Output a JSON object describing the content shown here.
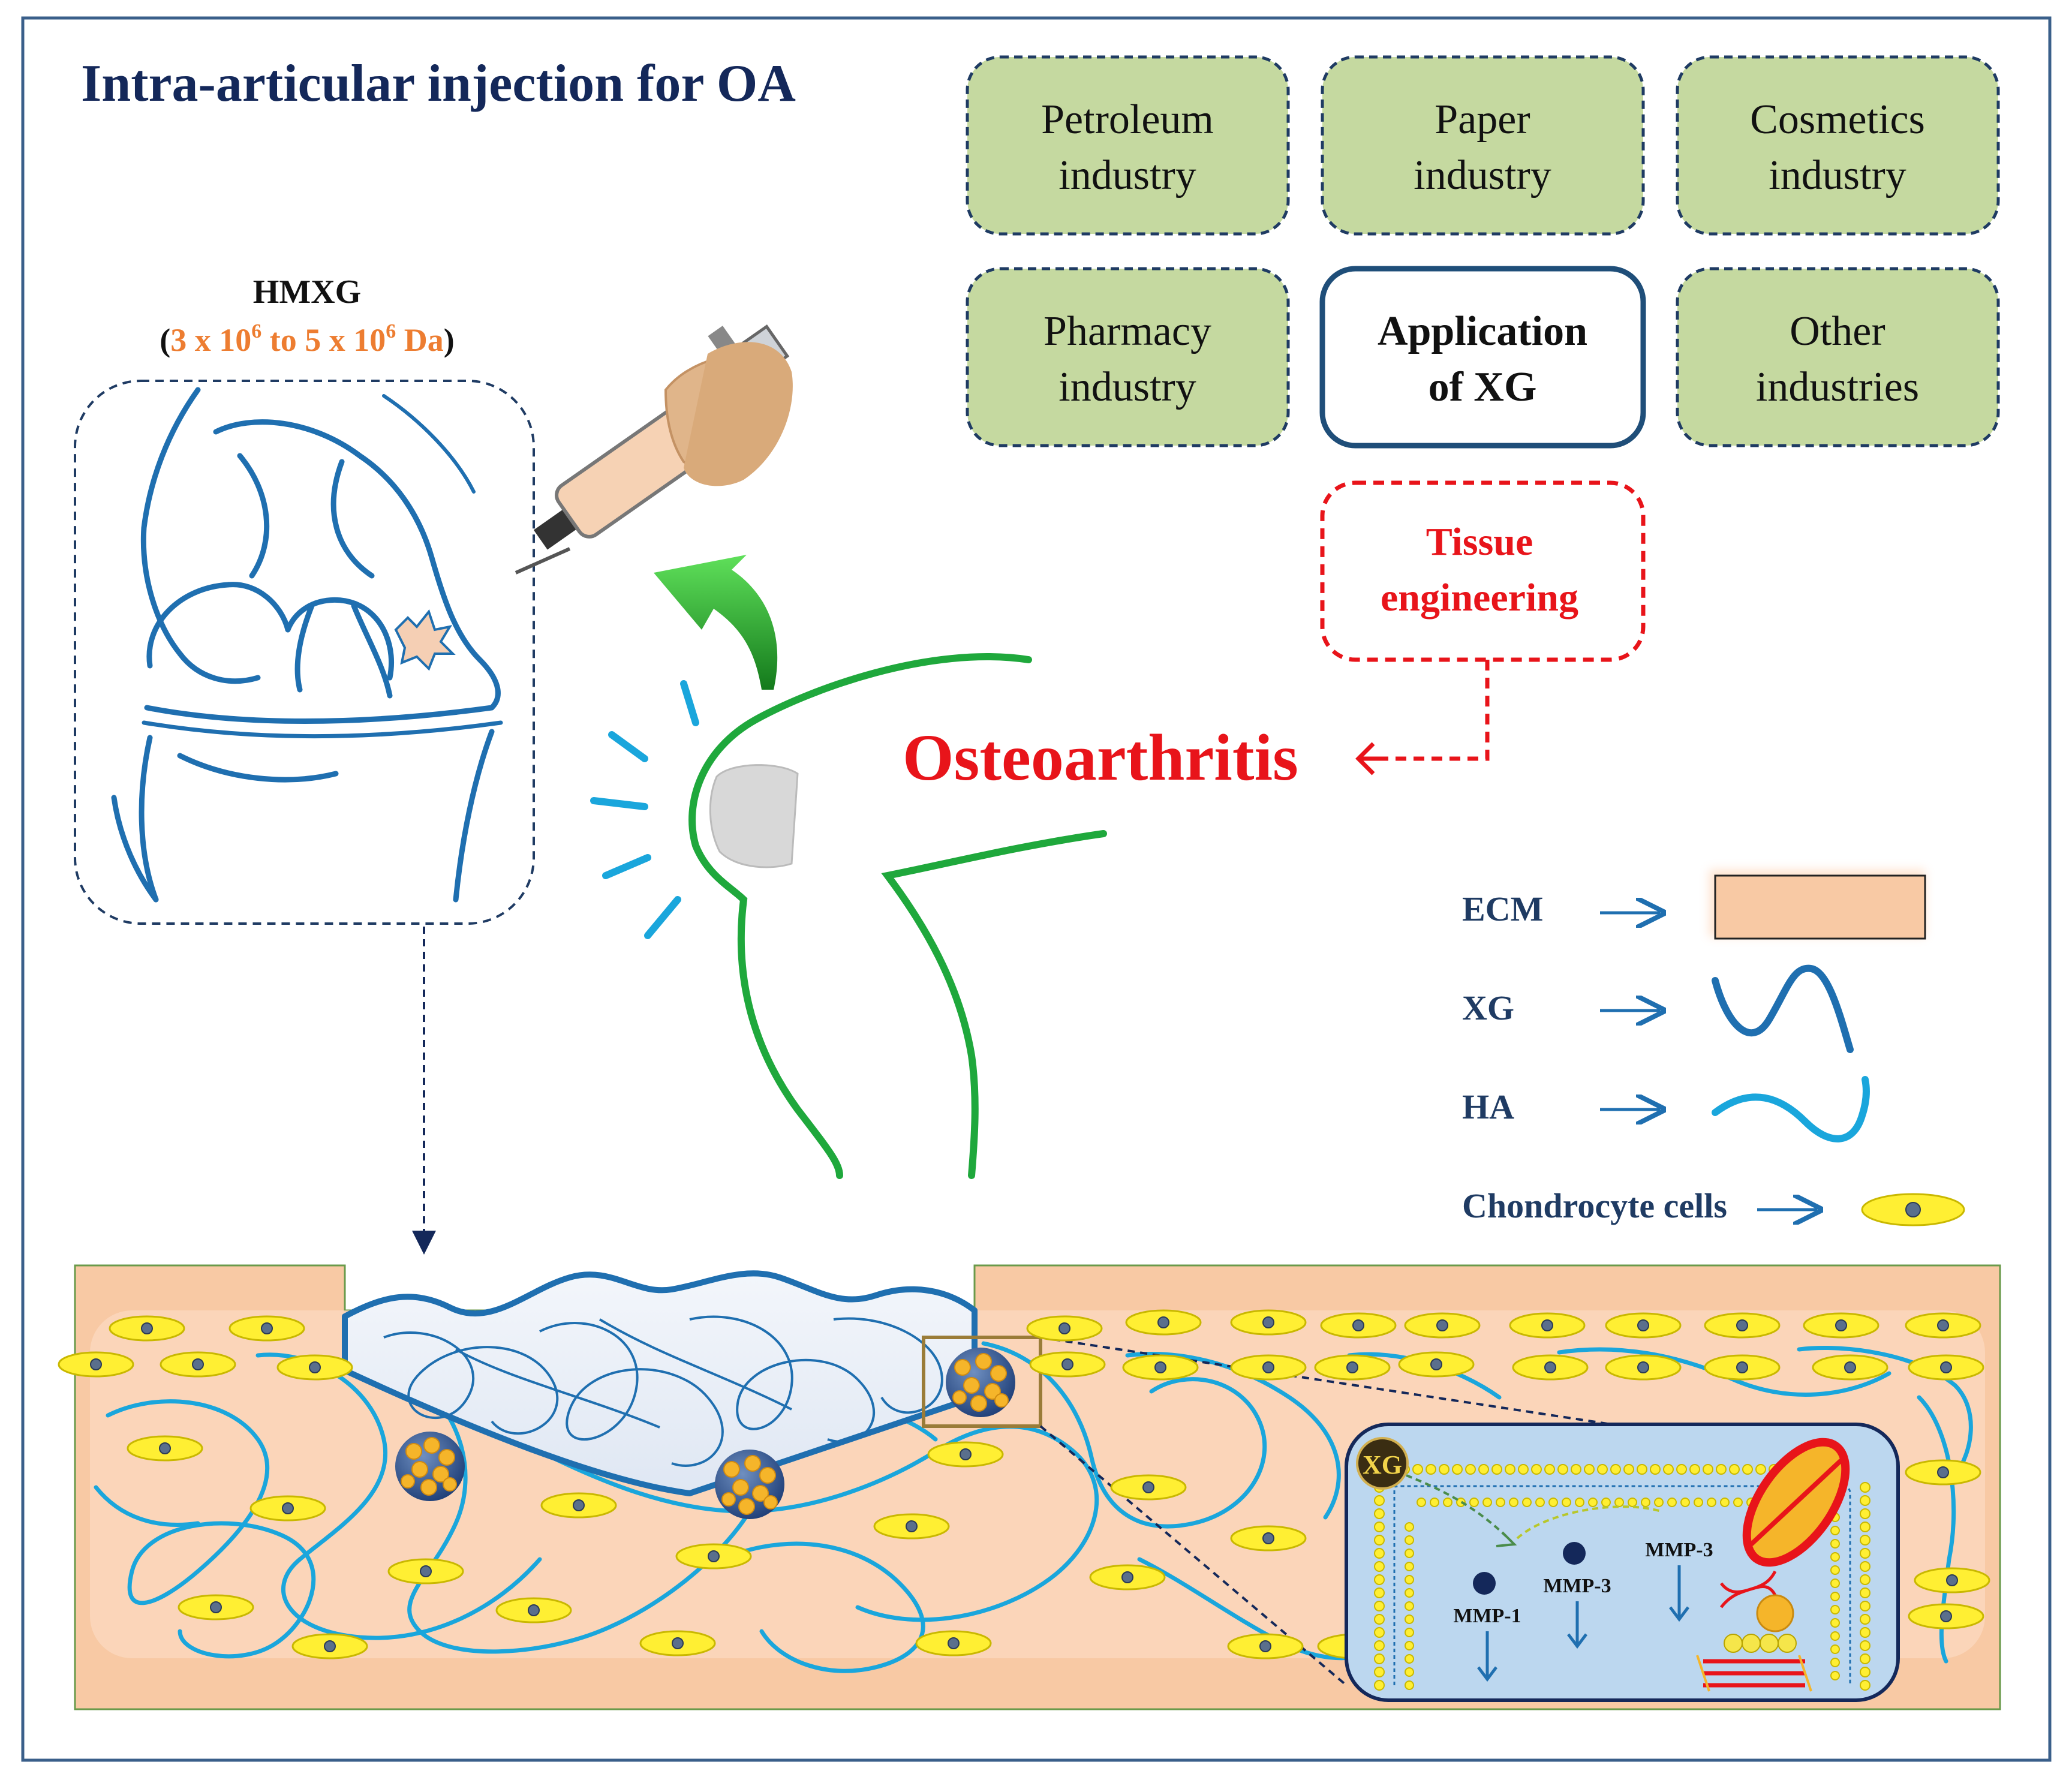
{
  "title": "Intra-articular injection for OA",
  "hmxg": {
    "label": "HMXG",
    "range_open": "(",
    "range_a": "3 x 10",
    "range_a_exp": "6",
    "range_mid": " to 5 x 10",
    "range_b_exp": "6",
    "range_unit": " Da",
    "range_close": ")"
  },
  "industries": [
    {
      "line1": "Petroleum",
      "line2": "industry"
    },
    {
      "line1": "Paper",
      "line2": "industry"
    },
    {
      "line1": "Cosmetics",
      "line2": "industry"
    },
    {
      "line1": "Pharmacy",
      "line2": "industry"
    },
    {
      "line1": "Application",
      "line2": "of XG"
    },
    {
      "line1": "Other",
      "line2": "industries"
    }
  ],
  "tissue": {
    "line1": "Tissue",
    "line2": "engineering"
  },
  "disease": "Osteoarthritis",
  "legend": [
    {
      "label": "ECM"
    },
    {
      "label": "XG"
    },
    {
      "label": "HA"
    },
    {
      "label": "Chondrocyte  cells"
    }
  ],
  "cell_inset": {
    "xg_badge": "XG",
    "mmp1": "MMP-1",
    "mmp3a": "MMP-3",
    "mmp3b": "MMP-3"
  },
  "colors": {
    "navy": "#14285a",
    "blue": "#1f6fb0",
    "cyan": "#1aa6dc",
    "green_box": "#c5d9a0",
    "red": "#e8141a",
    "orange": "#ed7d31",
    "ecm": "#f8c9a4",
    "cell_yellow": "#ffef33",
    "limb_green": "#1fa83c"
  }
}
